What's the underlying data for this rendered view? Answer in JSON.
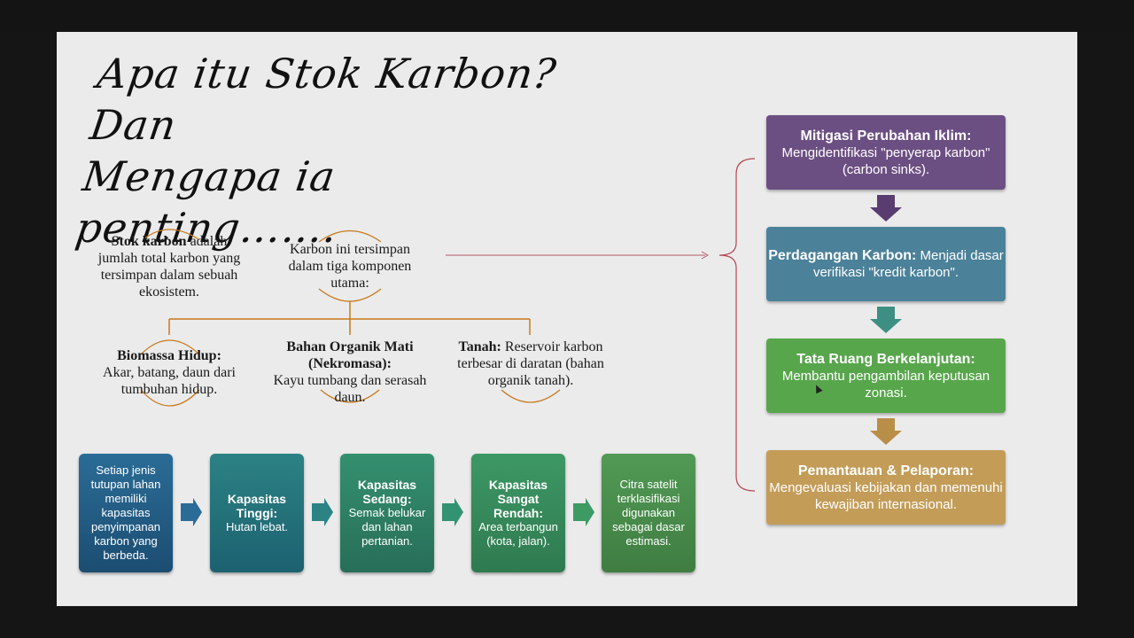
{
  "title": {
    "line1": "Apa itu Stok Karbon? Dan",
    "line2": "Mengapa ia penting……."
  },
  "definition": {
    "term": "Stok karbon",
    "text": " adalah jumlah total karbon yang tersimpan dalam sebuah ekosistem."
  },
  "components_intro": "Karbon ini tersimpan dalam tiga komponen utama:",
  "components": [
    {
      "term": "Biomassa Hidup:",
      "text": "Akar, batang, daun dari tumbuhan hidup."
    },
    {
      "term": "Bahan Organik Mati (Nekromasa):",
      "text": "Kayu tumbang dan serasah daun."
    },
    {
      "term": "Tanah:",
      "text": " Reservoir karbon terbesar di daratan (bahan organik tanah)."
    }
  ],
  "flow": [
    {
      "title": "",
      "text": "Setiap jenis tutupan lahan memiliki kapasitas penyimpanan karbon yang berbeda.",
      "color": "#1f5a84"
    },
    {
      "title": "Kapasitas Tinggi:",
      "text": "Hutan lebat.",
      "color": "#1f6d7e"
    },
    {
      "title": "Kapasitas Sedang:",
      "text": "Semak belukar dan lahan pertanian.",
      "color": "#2e7b64"
    },
    {
      "title": "Kapasitas Sangat Rendah:",
      "text": "Area terbangun (kota, jalan).",
      "color": "#3a855c"
    },
    {
      "title": "",
      "text": "Citra satelit terklasifikasi digunakan sebagai dasar estimasi.",
      "color": "#4d8a4a"
    }
  ],
  "importance": [
    {
      "title": "Mitigasi Perubahan Iklim:",
      "text": "Mengidentifikasi \"penyerap karbon\" (carbon sinks).",
      "color": "#6c4f82"
    },
    {
      "title": "Perdagangan Karbon:",
      "text": " Menjadi dasar verifikasi \"kredit karbon\".",
      "color": "#4b8199"
    },
    {
      "title": "Tata Ruang Berkelanjutan:",
      "text": "Membantu pengambilan keputusan zonasi.",
      "color": "#58a64c"
    },
    {
      "title": "Pemantauan & Pelaporan:",
      "text": "Mengevaluasi kebijakan dan memenuhi kewajiban internasional.",
      "color": "#c39c58"
    }
  ],
  "colors": {
    "connector": "#c8791c",
    "arrow_red": "#b35a6a",
    "bracket": "#b3474f"
  }
}
